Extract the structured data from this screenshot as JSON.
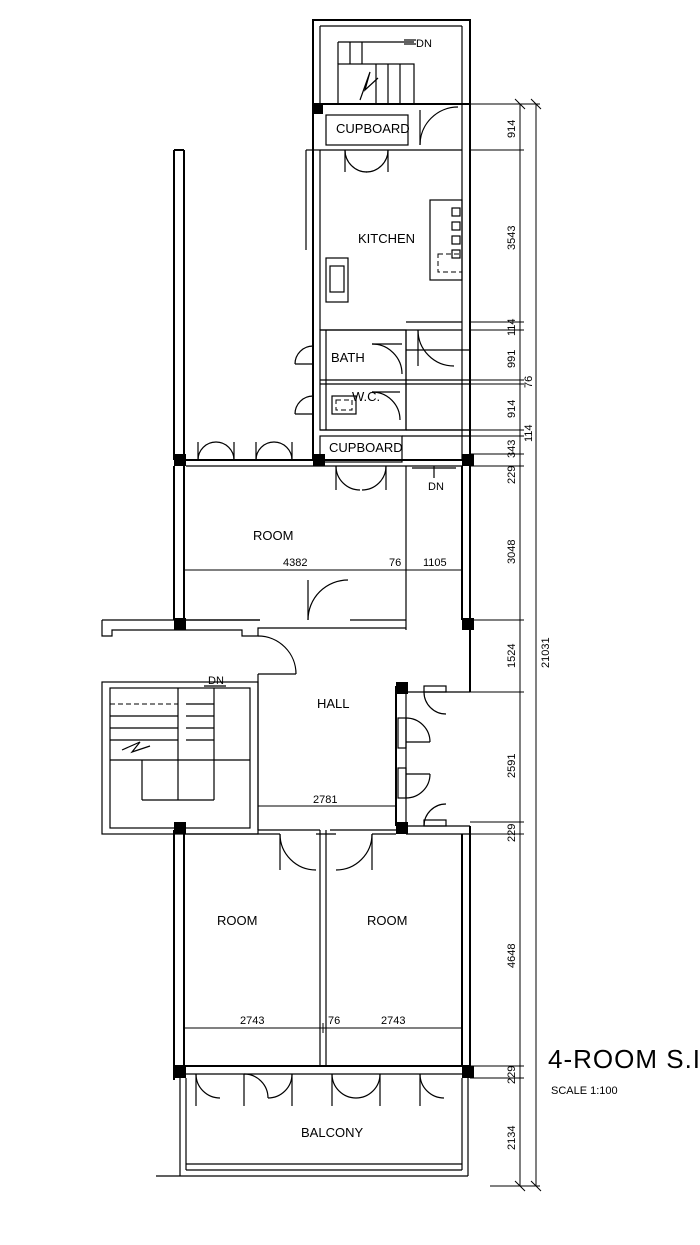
{
  "title": "4-ROOM S.I",
  "scale": "SCALE   1:100",
  "rooms": {
    "cupboard_top": "CUPBOARD",
    "kitchen": "KITCHEN",
    "bath": "BATH",
    "wc": "W.C.",
    "cupboard_mid": "CUPBOARD",
    "room_top": "ROOM",
    "hall": "HALL",
    "room_left": "ROOM",
    "room_right": "ROOM",
    "balcony": "BALCONY"
  },
  "stair_labels": {
    "top": "DN",
    "left": "DN",
    "mid": "DN"
  },
  "vertical_dims": {
    "d914a": "914",
    "d3543": "3543",
    "d114a": "114",
    "d991": "991",
    "d914b": "914",
    "d343": "343",
    "d229a": "229",
    "d3048": "3048",
    "d1524": "1524",
    "d2591": "2591",
    "d229b": "229",
    "d4648": "4648",
    "d229c": "229",
    "d2134": "2134",
    "d76": "76",
    "d114b": "114",
    "total": "21031"
  },
  "horizontal_dims": {
    "d4382": "4382",
    "d76a": "76",
    "d1105": "1105",
    "d2781": "2781",
    "d2743a": "2743",
    "d76b": "76",
    "d2743b": "2743"
  }
}
